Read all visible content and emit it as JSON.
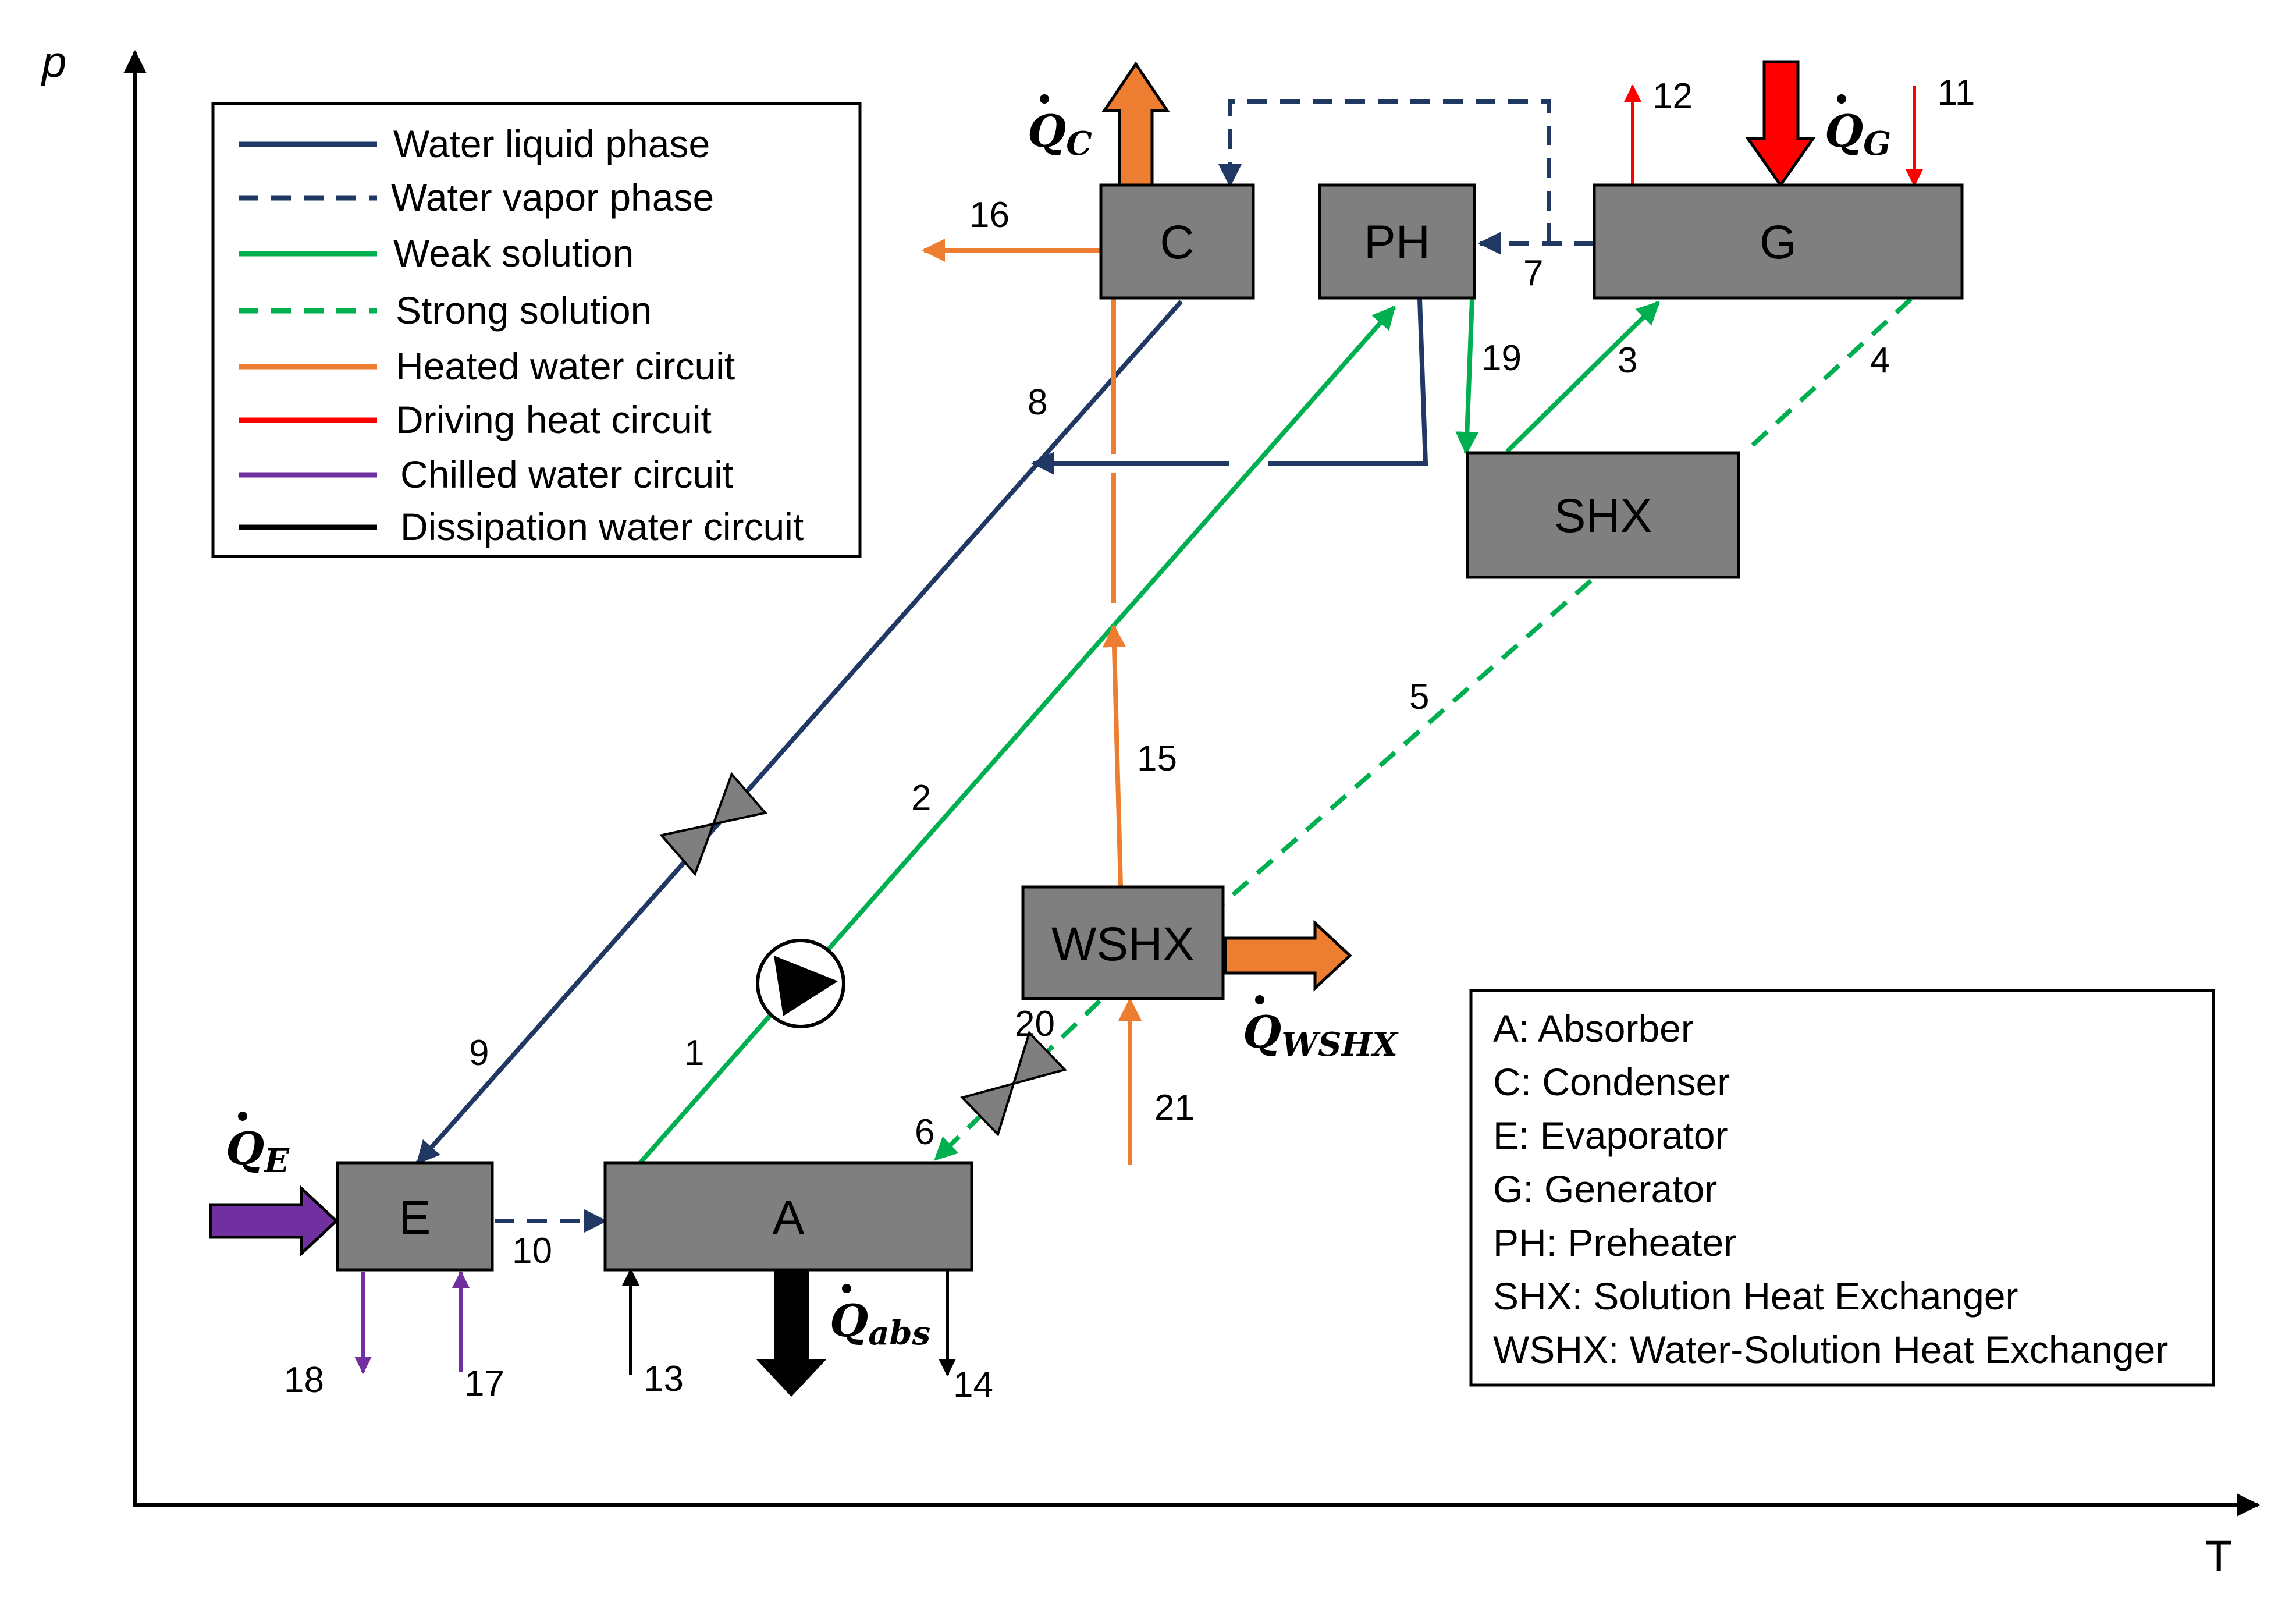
{
  "axes": {
    "y_label": "p",
    "x_label": "T"
  },
  "components": {
    "C": "C",
    "PH": "PH",
    "G": "G",
    "SHX": "SHX",
    "WSHX": "WSHX",
    "E": "E",
    "A": "A"
  },
  "heat_flows": {
    "Q_C": {
      "symbol": "Q",
      "sub": "C"
    },
    "Q_G": {
      "symbol": "Q",
      "sub": "G"
    },
    "Q_WSHX": {
      "symbol": "Q",
      "sub": "WSHX"
    },
    "Q_E": {
      "symbol": "Q",
      "sub": "E"
    },
    "Q_abs": {
      "symbol": "Q",
      "sub": "abs"
    }
  },
  "state_points": [
    "1",
    "2",
    "3",
    "4",
    "5",
    "6",
    "7",
    "8",
    "9",
    "10",
    "11",
    "12",
    "13",
    "14",
    "15",
    "16",
    "17",
    "18",
    "19",
    "20",
    "21"
  ],
  "legend": [
    {
      "label": "Water liquid phase",
      "color": "#1f3864",
      "style": "solid"
    },
    {
      "label": "Water vapor phase",
      "color": "#1f3864",
      "style": "dashed"
    },
    {
      "label": "Weak solution",
      "color": "#00b050",
      "style": "solid"
    },
    {
      "label": "Strong solution",
      "color": "#00b050",
      "style": "dashed"
    },
    {
      "label": "Heated water circuit",
      "color": "#ed7d31",
      "style": "solid"
    },
    {
      "label": "Driving heat circuit",
      "color": "#ff0000",
      "style": "solid"
    },
    {
      "label": "Chilled water circuit",
      "color": "#7030a0",
      "style": "solid"
    },
    {
      "label": "Dissipation water circuit",
      "color": "#000000",
      "style": "solid"
    }
  ],
  "abbreviations": [
    "A: Absorber",
    "C: Condenser",
    "E: Evaporator",
    "G: Generator",
    "PH: Preheater",
    "SHX: Solution Heat Exchanger",
    "WSHX: Water-Solution Heat Exchanger"
  ],
  "colors": {
    "water": "#1f3864",
    "solution": "#00b050",
    "heated": "#ed7d31",
    "driving": "#ff0000",
    "chilled": "#7030a0",
    "dissipation": "#000000",
    "component": "#7f7f7f"
  }
}
